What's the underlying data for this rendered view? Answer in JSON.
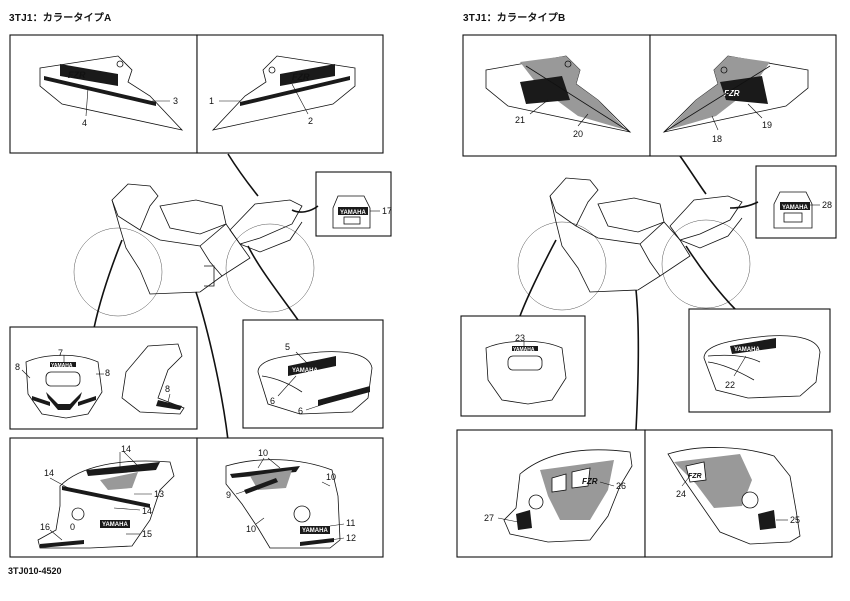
{
  "panels": {
    "left_title": "3TJ1：カラータイプA",
    "right_title": "3TJ1：カラータイプB"
  },
  "figure_code": "3TJ010-4520",
  "callouts": {
    "a1": "1",
    "a2": "2",
    "a3": "3",
    "a4": "4",
    "a5": "5",
    "a6a": "6",
    "a6b": "6",
    "a7": "7",
    "a8a": "8",
    "a8b": "8",
    "a8c": "8",
    "a9": "9",
    "a10a": "10",
    "a10b": "10",
    "a10c": "10",
    "a11": "11",
    "a12": "12",
    "a13": "13",
    "a14a": "14",
    "a14b": "14",
    "a14c": "14",
    "a15": "15",
    "a16": "16",
    "a0": "0",
    "a17": "17",
    "b18": "18",
    "b19": "19",
    "b20": "20",
    "b21": "21",
    "b22": "22",
    "b23": "23",
    "b24": "24",
    "b25": "25",
    "b26": "26",
    "b27": "27",
    "b28": "28"
  },
  "decal_text": {
    "yamaha": "YAMAHA",
    "fzr": "FZR"
  }
}
